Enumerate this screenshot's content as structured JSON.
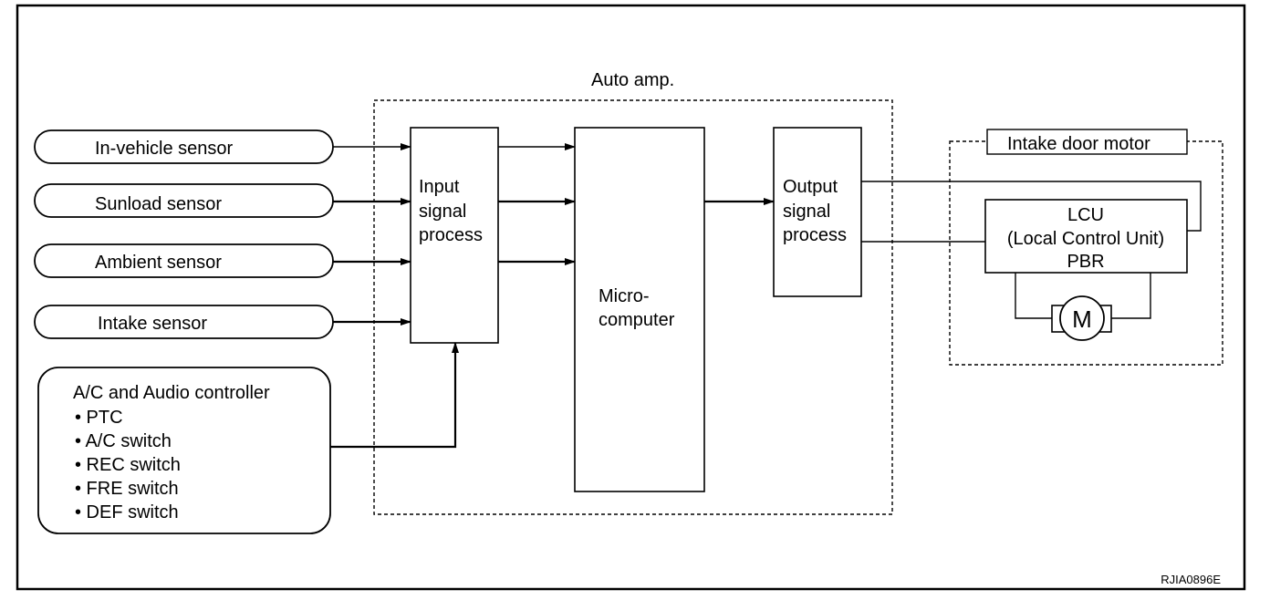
{
  "colors": {
    "line": "#000000",
    "background": "#ffffff"
  },
  "auto_amp": {
    "label": "Auto amp."
  },
  "sensors": [
    {
      "label": "In-vehicle sensor"
    },
    {
      "label": "Sunload sensor"
    },
    {
      "label": "Ambient sensor"
    },
    {
      "label": "Intake sensor"
    }
  ],
  "controller": {
    "title": "A/C and Audio controller",
    "items": [
      "• PTC",
      "• A/C switch",
      "• REC switch",
      "• FRE switch",
      "• DEF switch"
    ]
  },
  "input_block": {
    "lines": [
      "Input",
      "signal",
      "process"
    ]
  },
  "micro_block": {
    "lines": [
      "Micro-",
      "computer"
    ]
  },
  "output_block": {
    "lines": [
      "Output",
      "signal",
      "process"
    ]
  },
  "motor_group": {
    "title": "Intake door motor",
    "lcu_lines": [
      "LCU",
      "(Local Control Unit)",
      "PBR"
    ],
    "motor_symbol": "M"
  },
  "figure_id": "RJIA0896E"
}
